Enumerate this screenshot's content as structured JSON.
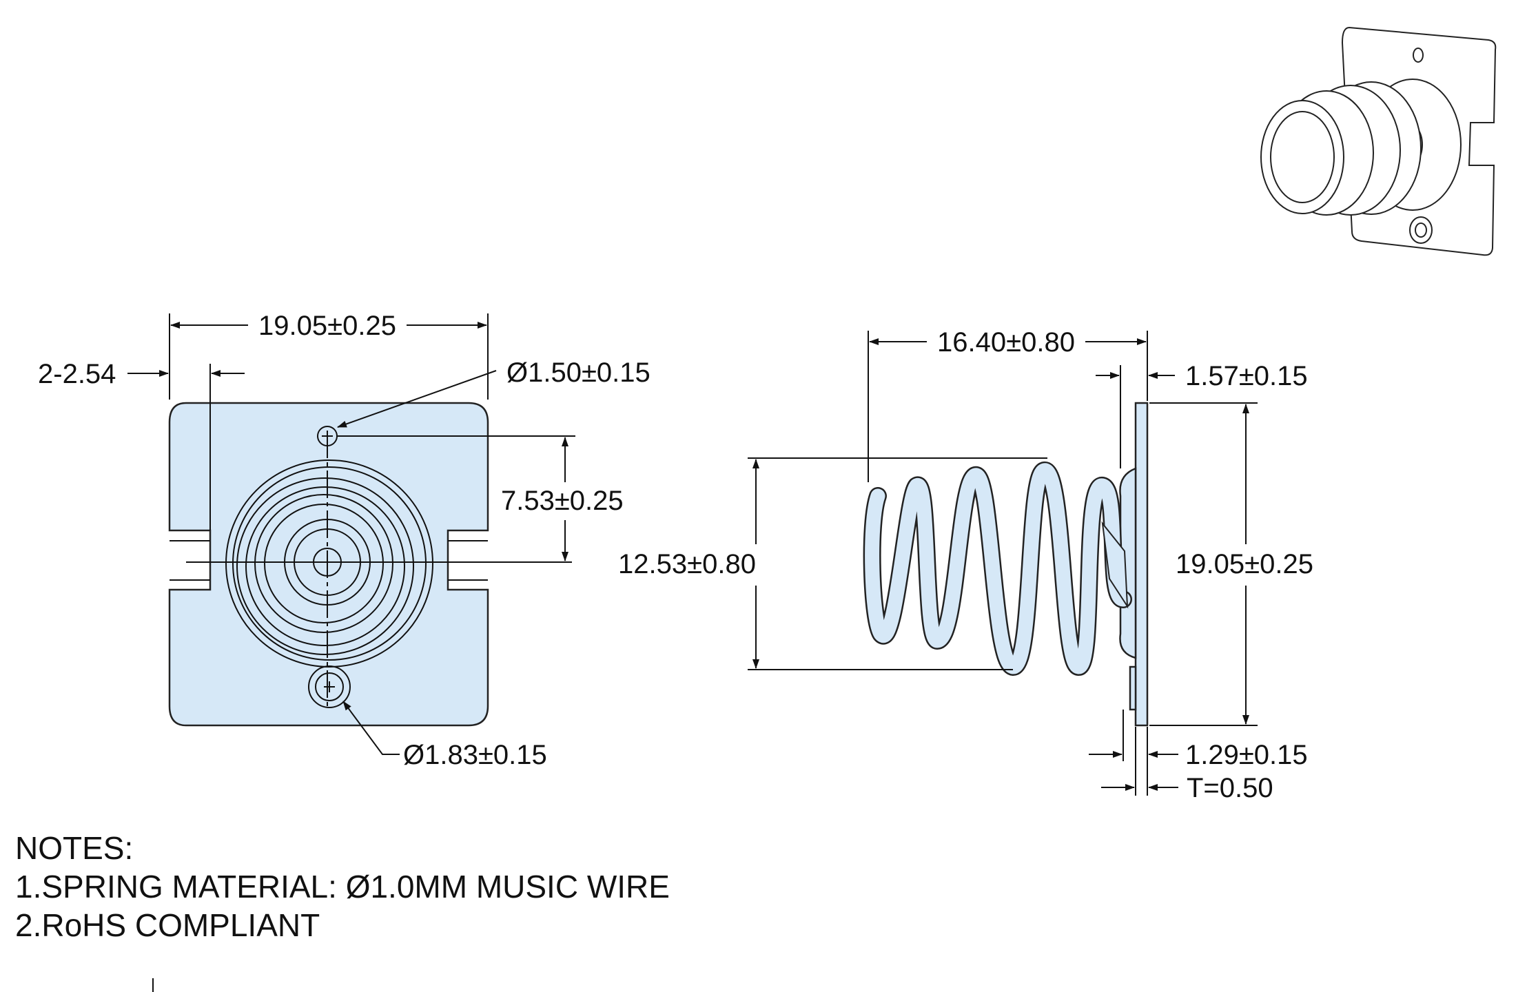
{
  "dimensions": {
    "front_width": "19.05±0.25",
    "slot_width": "2-2.54",
    "top_hole": "Ø1.50±0.15",
    "hole_offset": "7.53±0.25",
    "bottom_hole": "Ø1.83±0.15",
    "spring_length": "16.40±0.80",
    "dimple_depth": "1.57±0.15",
    "spring_diameter": "12.53±0.80",
    "side_height": "19.05±0.25",
    "tab_offset": "1.29±0.15",
    "thickness": "T=0.50"
  },
  "notes": {
    "heading": "NOTES:",
    "line1": "1.SPRING MATERIAL: Ø1.0MM MUSIC WIRE",
    "line2": "2.RoHS COMPLIANT"
  },
  "colors": {
    "part_fill": "#d6e8f7",
    "line": "#111111"
  }
}
